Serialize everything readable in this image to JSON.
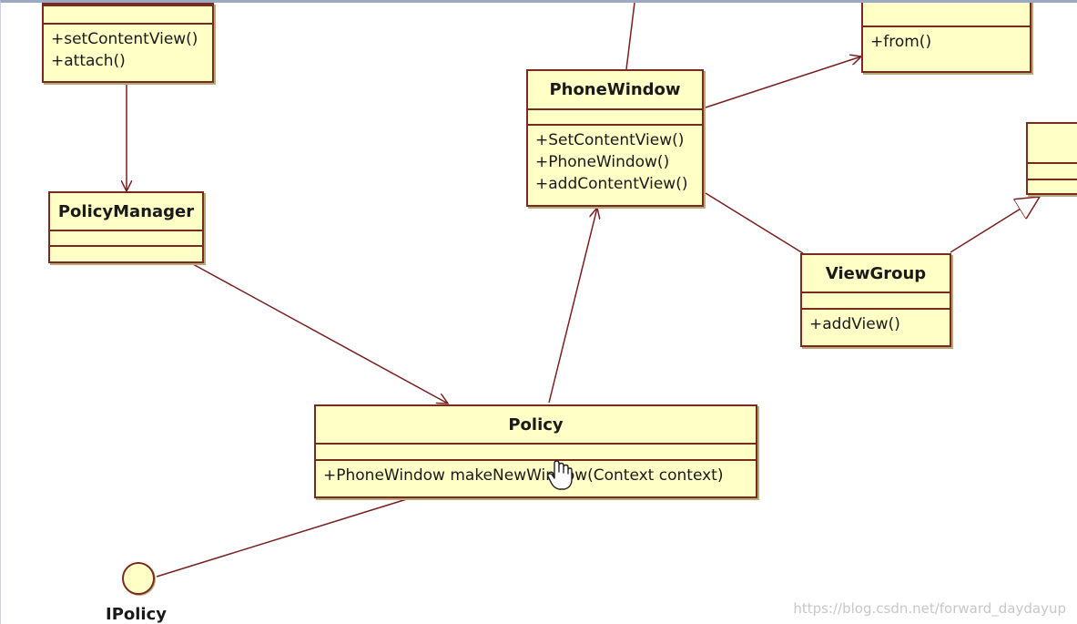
{
  "classes": {
    "activity": {
      "name": "",
      "ops": [
        "+setContentView()",
        "+attach()"
      ]
    },
    "layoutinflater": {
      "name": "",
      "ops": [
        "+from()"
      ]
    },
    "phonewindow": {
      "name": "PhoneWindow",
      "ops": [
        "+SetContentView()",
        "+PhoneWindow()",
        "+addContentView()"
      ]
    },
    "policymanager": {
      "name": "PolicyManager",
      "ops": []
    },
    "viewgroup": {
      "name": "ViewGroup",
      "ops": [
        "+addView()"
      ]
    },
    "policy": {
      "name": "Policy",
      "ops": [
        "+PhoneWindow makeNewWindow(Context context)"
      ]
    },
    "view": {
      "name": "",
      "ops": []
    }
  },
  "interface": {
    "name": "IPolicy"
  },
  "watermark": "https://blog.csdn.net/forward_daydayup",
  "colors": {
    "box_fill": "#ffffc6",
    "border": "#7a2a1f",
    "line": "#7a1f1f"
  }
}
